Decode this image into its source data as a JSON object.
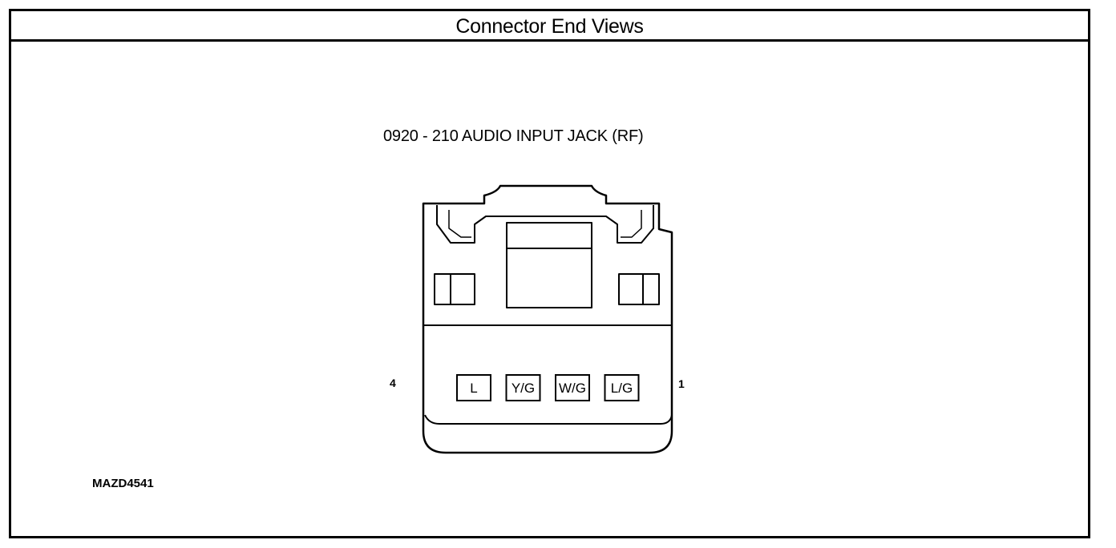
{
  "header": {
    "title": "Connector End Views"
  },
  "connector": {
    "title": "0920 - 210 AUDIO INPUT JACK (RF)",
    "pin_label_left": "4",
    "pin_label_right": "1",
    "terminals": [
      {
        "label": "L"
      },
      {
        "label": "Y/G"
      },
      {
        "label": "W/G"
      },
      {
        "label": "L/G"
      }
    ]
  },
  "figure_code": "MAZD4541"
}
